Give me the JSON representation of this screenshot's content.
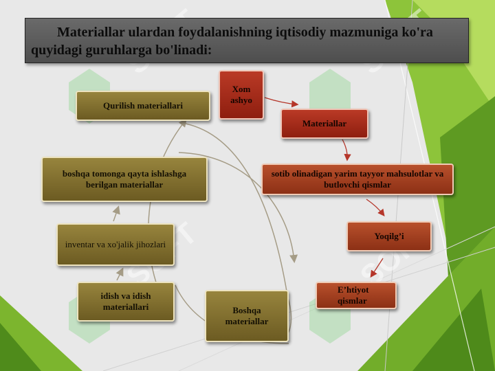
{
  "title": "Materiallar ulardan foydalanishning iqtisodiy mazmuniga ko'ra quyidagi guruhlarga bo'linadi:",
  "watermark": "SOFT",
  "colors": {
    "olive": "#7e6c2c",
    "red": "#a52c1a",
    "orange": "#a23f1f",
    "green": "#7cb52e"
  },
  "nodes": {
    "xom_ashyo": "Xom ashyo",
    "materiallar": "Materiallar",
    "yarim_tayyor": "sotib olinadigan yarim tayyor mahsulotlar va butlovchi qismlar",
    "yoqilgi": "Yoqilg’i",
    "ehtiyot": "E’htiyot qismlar",
    "boshqa": "Boshqa materiallar",
    "idish": "idish va idish materiallari",
    "inventar": "inventar va xo'jalik jihozlari",
    "qayta_ishlash": "boshqa tomonga qayta ishlashga berilgan materiallar",
    "qurilish": "Qurilish materiallari"
  }
}
